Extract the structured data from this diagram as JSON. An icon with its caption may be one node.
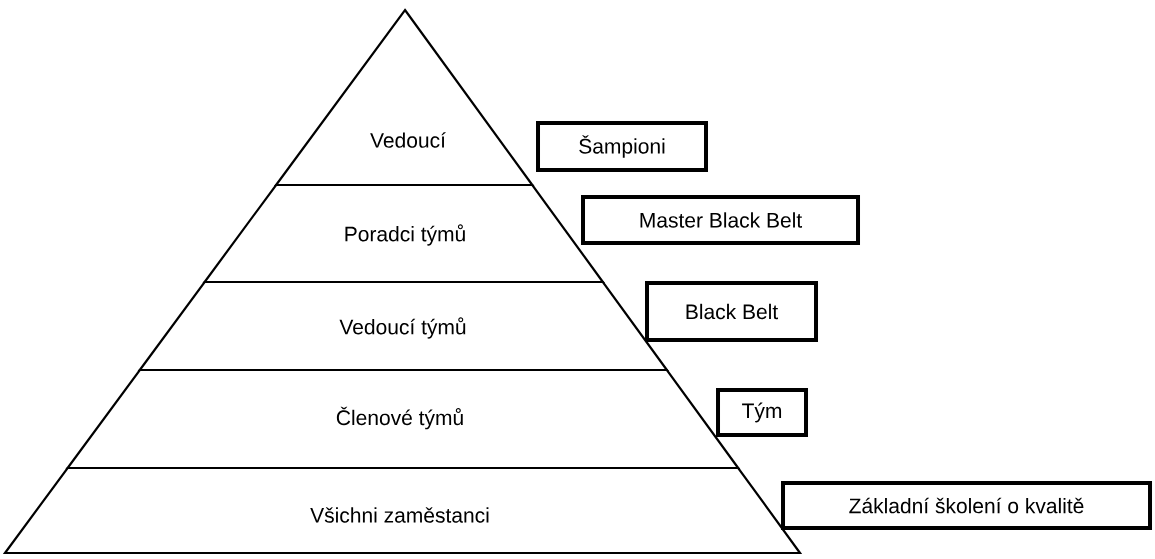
{
  "diagram": {
    "nodes": [
      {
        "text": [
          "Vedoucí"
        ]
      },
      {
        "text": [
          "Šampioni"
        ]
      },
      {
        "text": [
          "Poradci týmů"
        ]
      },
      {
        "text": [
          "Master Black Belt"
        ]
      },
      {
        "text": [
          "Vedoucí týmů"
        ]
      },
      {
        "text": [
          "Black Belt"
        ]
      },
      {
        "text": [
          "Členové týmů"
        ]
      },
      {
        "text": [
          "Tým"
        ]
      },
      {
        "text": [
          "Všichni zaměstanci"
        ]
      },
      {
        "text": [
          "Základní školení o kvalitě"
        ]
      }
    ]
  }
}
